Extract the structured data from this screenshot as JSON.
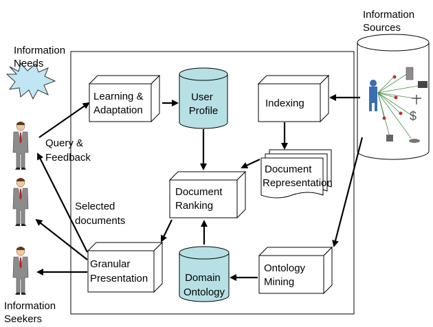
{
  "labels": {
    "information_needs": [
      "Information",
      "Needs"
    ],
    "information_sources": [
      "Information",
      "Sources"
    ],
    "information_seekers": [
      "Information",
      "Seekers"
    ],
    "query_feedback": [
      "Query &",
      "Feedback"
    ],
    "selected_documents": [
      "Selected",
      "documents"
    ]
  },
  "boxes": {
    "learning_adaptation": [
      "Learning &",
      "Adaptation"
    ],
    "indexing": [
      "Indexing"
    ],
    "document_ranking": [
      "Document",
      "Ranking"
    ],
    "granular_presentation": [
      "Granular",
      "Presentation"
    ],
    "ontology_mining": [
      "Ontology",
      "Mining"
    ]
  },
  "cylinders": {
    "user_profile": [
      "User",
      "Profile"
    ],
    "domain_ontology": [
      "Domain",
      "Ontology"
    ]
  },
  "document": {
    "document_representation": [
      "Document",
      "Representation"
    ]
  },
  "colors": {
    "cylinder_fill": "#b6e0e4",
    "box_fill": "#ffffff",
    "star_fill": "#bfe6f2",
    "person_suit": "#8c8c8c",
    "person_tie": "#b22222",
    "person_skin": "#f2c79a"
  }
}
